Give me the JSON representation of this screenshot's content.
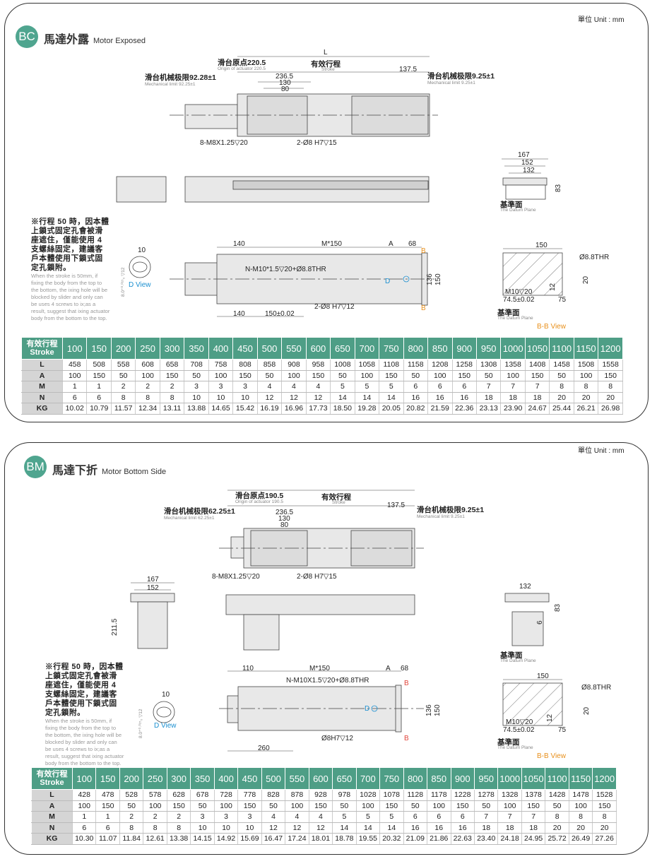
{
  "unit_label": "單位 Unit : mm",
  "sections": [
    {
      "badge": "BC",
      "title_cn": "馬達外露",
      "title_en": "Motor Exposed",
      "dims": {
        "L": "L",
        "origin_cn": "滑台原点220.5",
        "origin_en": "Origin of actuator 220.5",
        "stroke_cn": "有效行程",
        "stroke_en": "Stroke",
        "d137": "137.5",
        "limit_left_cn": "滑台机械极限92.28±1",
        "limit_left_en": "Mechanical limit 92.25±1",
        "limit_right_cn": "滑台机械极限9.25±1",
        "limit_right_en": "Mechanical limit 9.25±1",
        "d236": "236.5",
        "d130": "130",
        "d80": "80",
        "screw": "8-M8X1.25▽20",
        "pin": "2-Ø8 H7▽15",
        "end_167": "167",
        "end_152": "152",
        "end_132": "132",
        "end_83": "83",
        "datum_cn": "基準面",
        "datum_en": "The Datum Plane",
        "bot_140a": "140",
        "bot_m150": "M*150",
        "bot_A": "A",
        "bot_68": "68",
        "bot_B": "B",
        "bot_holes": "N-M10*1.5▽20+Ø8.8THR",
        "bot_D": "D",
        "bot_136": "136",
        "bot_150": "150",
        "bot_pin": "2-Ø8 H7▽12",
        "bot_140b": "140",
        "bot_150tol": "150±0.02",
        "dview_10": "10",
        "dview_tol": "8.0⁺⁰·⁰¹⁵₀ ▽12",
        "dview": "D View",
        "bb_150": "150",
        "bb_thr": "Ø8.8THR",
        "bb_20": "20",
        "bb_12": "12",
        "bb_m10": "M10▽20",
        "bb_745": "74.5±0.02",
        "bb_75": "75",
        "bb_view": "B-B View"
      },
      "note_cn": "※行程 50 時，因本體上鎖式固定孔會被滑座遮住，僅能使用 4 支螺絲固定，建議客戶本體使用下鎖式固定孔鎖附。",
      "note_en": "When the stroke is 50mm, if fixing the body from the top to the bottom, the ixing hole will be blocked by slider and only can be uses 4 screws to ix;as a result, suggest that ixing actuator body from the bottom to the top.",
      "table": {
        "header_cn": "有效行程",
        "header_en": "Stroke",
        "strokes": [
          "100",
          "150",
          "200",
          "250",
          "300",
          "350",
          "400",
          "450",
          "500",
          "550",
          "600",
          "650",
          "700",
          "750",
          "800",
          "850",
          "900",
          "950",
          "1000",
          "1050",
          "1100",
          "1150",
          "1200"
        ],
        "rows": [
          {
            "label": "L",
            "values": [
              "458",
              "508",
              "558",
              "608",
              "658",
              "708",
              "758",
              "808",
              "858",
              "908",
              "958",
              "1008",
              "1058",
              "1108",
              "1158",
              "1208",
              "1258",
              "1308",
              "1358",
              "1408",
              "1458",
              "1508",
              "1558"
            ]
          },
          {
            "label": "A",
            "values": [
              "100",
              "150",
              "50",
              "100",
              "150",
              "50",
              "100",
              "150",
              "50",
              "100",
              "150",
              "50",
              "100",
              "150",
              "50",
              "100",
              "150",
              "50",
              "100",
              "150",
              "50",
              "100",
              "150"
            ]
          },
          {
            "label": "M",
            "values": [
              "1",
              "1",
              "2",
              "2",
              "2",
              "3",
              "3",
              "3",
              "4",
              "4",
              "4",
              "5",
              "5",
              "5",
              "6",
              "6",
              "6",
              "7",
              "7",
              "7",
              "8",
              "8",
              "8"
            ]
          },
          {
            "label": "N",
            "values": [
              "6",
              "6",
              "8",
              "8",
              "8",
              "10",
              "10",
              "10",
              "12",
              "12",
              "12",
              "14",
              "14",
              "14",
              "16",
              "16",
              "16",
              "18",
              "18",
              "18",
              "20",
              "20",
              "20"
            ]
          },
          {
            "label": "KG",
            "values": [
              "10.02",
              "10.79",
              "11.57",
              "12.34",
              "13.11",
              "13.88",
              "14.65",
              "15.42",
              "16.19",
              "16.96",
              "17.73",
              "18.50",
              "19.28",
              "20.05",
              "20.82",
              "21.59",
              "22.36",
              "23.13",
              "23.90",
              "24.67",
              "25.44",
              "26.21",
              "26.98"
            ]
          }
        ]
      }
    },
    {
      "badge": "BM",
      "title_cn": "馬達下折",
      "title_en": "Motor Bottom Side",
      "dims": {
        "origin_cn": "滑台原点190.5",
        "origin_en": "Origin of actuator 190.5",
        "stroke_cn": "有效行程",
        "stroke_en": "Stroke",
        "d137": "137.5",
        "limit_left_cn": "滑台机械极限62.25±1",
        "limit_left_en": "Mechanical limit 62.25±1",
        "limit_right_cn": "滑台机械极限9.25±1",
        "limit_right_en": "Mechanical limit 9.25±1",
        "d236": "236.5",
        "d130": "130",
        "d80": "80",
        "screw": "8-M8X1.25▽20",
        "pin": "2-Ø8 H7▽15",
        "side_167": "167",
        "side_152": "152",
        "side_2115": "211.5",
        "end_132": "132",
        "end_83": "83",
        "end_6": "6",
        "datum_cn": "基準面",
        "datum_en": "The Datum Plane",
        "bot_110": "110",
        "bot_m150": "M*150",
        "bot_A": "A",
        "bot_68": "68",
        "bot_B": "B",
        "bot_holes": "N-M10X1.5▽20+Ø8.8THR",
        "bot_D": "D",
        "bot_136": "136",
        "bot_150": "150",
        "bot_pin": "Ø8H7▽12",
        "bot_260": "260",
        "dview_10": "10",
        "dview_tol": "8.0⁺⁰·⁰¹⁵₀ ▽12",
        "dview": "D View",
        "bb_150": "150",
        "bb_thr": "Ø8.8THR",
        "bb_20": "20",
        "bb_12": "12",
        "bb_m10": "M10▽20",
        "bb_745": "74.5±0.02",
        "bb_75": "75",
        "bb_view": "B-B View"
      },
      "note_cn": "※行程 50 時，因本體上鎖式固定孔會被滑座遮住，僅能使用 4 支螺絲固定，建議客戶本體使用下鎖式固定孔鎖附。",
      "note_en": "When the stroke is 50mm, if fixing the body from the top to the bottom, the ixing hole will be blocked by slider and only can be uses 4 screws to ix;as a result, suggest that ixing actuator body from the bottom to the top.",
      "table": {
        "header_cn": "有效行程",
        "header_en": "Stroke",
        "strokes": [
          "100",
          "150",
          "200",
          "250",
          "300",
          "350",
          "400",
          "450",
          "500",
          "550",
          "600",
          "650",
          "700",
          "750",
          "800",
          "850",
          "900",
          "950",
          "1000",
          "1050",
          "1100",
          "1150",
          "1200"
        ],
        "rows": [
          {
            "label": "L",
            "values": [
              "428",
              "478",
              "528",
              "578",
              "628",
              "678",
              "728",
              "778",
              "828",
              "878",
              "928",
              "978",
              "1028",
              "1078",
              "1128",
              "1178",
              "1228",
              "1278",
              "1328",
              "1378",
              "1428",
              "1478",
              "1528"
            ]
          },
          {
            "label": "A",
            "values": [
              "100",
              "150",
              "50",
              "100",
              "150",
              "50",
              "100",
              "150",
              "50",
              "100",
              "150",
              "50",
              "100",
              "150",
              "50",
              "100",
              "150",
              "50",
              "100",
              "150",
              "50",
              "100",
              "150"
            ]
          },
          {
            "label": "M",
            "values": [
              "1",
              "1",
              "2",
              "2",
              "2",
              "3",
              "3",
              "3",
              "4",
              "4",
              "4",
              "5",
              "5",
              "5",
              "6",
              "6",
              "6",
              "7",
              "7",
              "7",
              "8",
              "8",
              "8"
            ]
          },
          {
            "label": "N",
            "values": [
              "6",
              "6",
              "8",
              "8",
              "8",
              "10",
              "10",
              "10",
              "12",
              "12",
              "12",
              "14",
              "14",
              "14",
              "16",
              "16",
              "16",
              "18",
              "18",
              "18",
              "20",
              "20",
              "20"
            ]
          },
          {
            "label": "KG",
            "values": [
              "10.30",
              "11.07",
              "11.84",
              "12.61",
              "13.38",
              "14.15",
              "14.92",
              "15.69",
              "16.47",
              "17.24",
              "18.01",
              "18.78",
              "19.55",
              "20.32",
              "21.09",
              "21.86",
              "22.63",
              "23.40",
              "24.18",
              "24.95",
              "25.72",
              "26.49",
              "27.26"
            ]
          }
        ]
      }
    }
  ]
}
